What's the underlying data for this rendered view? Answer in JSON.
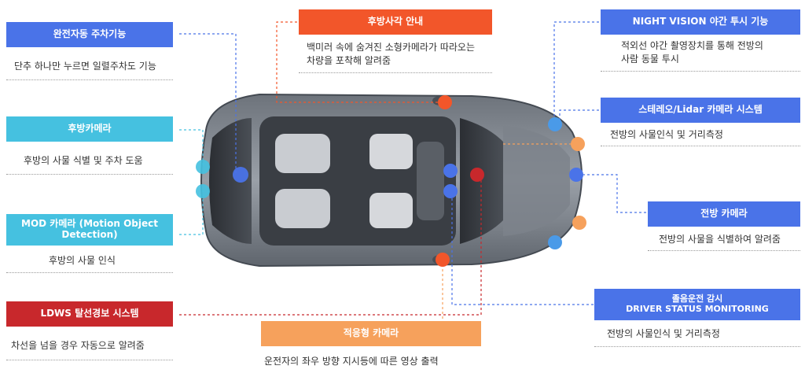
{
  "colors": {
    "blue": "#4a73e8",
    "cyan": "#45c1e0",
    "red": "#c8282c",
    "orange_red": "#f2562a",
    "orange": "#f6a15c",
    "line_gray": "#9a9a9a"
  },
  "features": [
    {
      "key": "parking",
      "title": "완전자동 주차기능",
      "color": "blue",
      "desc": [
        "단추 하나만 누르면 일렬주차도 기능"
      ]
    },
    {
      "key": "rear-camera",
      "title": "후방카메라",
      "color": "cyan",
      "desc": [
        "후방의 사물 식별 및 주차 도움"
      ]
    },
    {
      "key": "mod-camera",
      "title": [
        "MOD 카메라 (Motion Object",
        "Detection)"
      ],
      "color": "cyan",
      "desc": [
        "후방의 사물 인식"
      ]
    },
    {
      "key": "ldws",
      "title": "LDWS 탈선경보 시스템",
      "color": "red",
      "desc": [
        "차선을 넘을 경우 자동으로 알려줌"
      ]
    },
    {
      "key": "rear-blindspot",
      "title": "후방사각 안내",
      "color": "orange_red",
      "desc": [
        "백미러 속에 숨겨진 소형카메라가 따라오는",
        "차량을 포착해 알려줌"
      ]
    },
    {
      "key": "adaptive-camera",
      "title": "적응형 카메라",
      "color": "orange",
      "desc": [
        "운전자의 좌우 방향 지시등에 따른 영상 출력"
      ]
    },
    {
      "key": "night-vision",
      "title": "NIGHT VISION 야간 투시 기능",
      "color": "blue",
      "desc": [
        "적외선 야간 촬영장치를 통해 전방의",
        "사람 동물 투시"
      ]
    },
    {
      "key": "stereo-lidar",
      "title": "스테레오/Lidar 카메라 시스템",
      "color": "blue",
      "desc": [
        "전방의 사물인식 및 거리측정"
      ]
    },
    {
      "key": "front-camera",
      "title": "전방 카메라",
      "color": "blue",
      "desc": [
        "전방의 사물을 식별하여 알려줌"
      ]
    },
    {
      "key": "driver-monitoring",
      "title": [
        "졸음운전 감시",
        "DRIVER STATUS MONITORING"
      ],
      "color": "blue",
      "desc": [
        "전방의 사물인식 및 거리측정"
      ]
    }
  ]
}
